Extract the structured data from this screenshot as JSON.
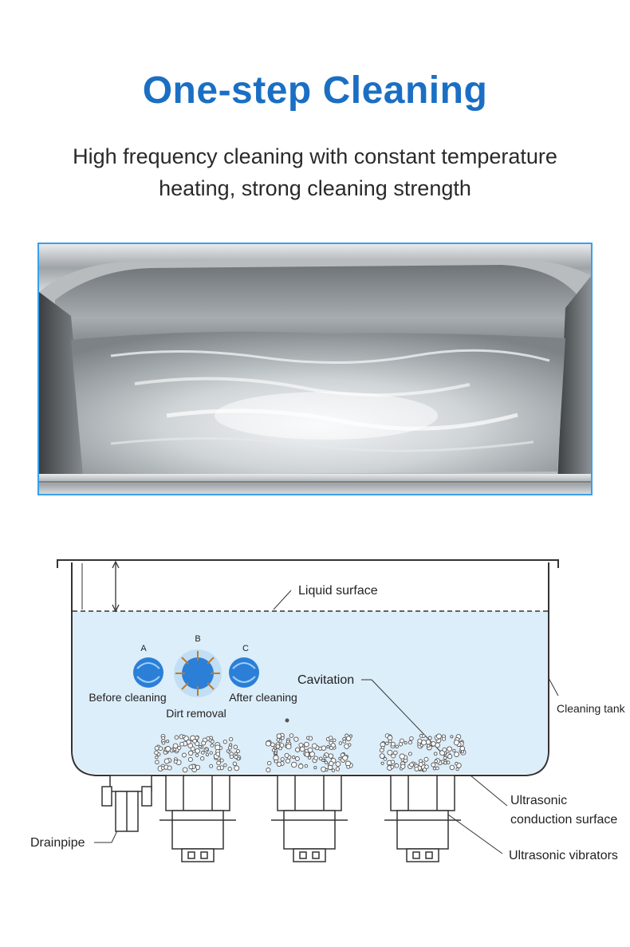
{
  "header": {
    "title": "One-step Cleaning",
    "subtitle_line1": "High frequency cleaning with constant temperature",
    "subtitle_line2": "heating, strong cleaning strength"
  },
  "photo": {
    "subject": "ultrasonic-tank-photo"
  },
  "diagram": {
    "labels": {
      "liquid_surface": "Liquid surface",
      "cavitation": "Cavitation",
      "cleaning_tank": "Cleaning tank",
      "ultrasonic_conduction": "Ultrasonic",
      "ultrasonic_conduction_2": "conduction surface",
      "ultrasonic_vibrators": "Ultrasonic vibrators",
      "drainpipe": "Drainpipe"
    },
    "stages": [
      {
        "letter": "A",
        "caption": "Before cleaning"
      },
      {
        "letter": "B",
        "caption": "Dirt removal"
      },
      {
        "letter": "C",
        "caption": "After cleaning"
      }
    ]
  },
  "colors": {
    "title": "#1a6fc4",
    "photo_border": "#3aa0ea",
    "liquid": "#dceefa",
    "sphere": "#2b7fd6"
  }
}
